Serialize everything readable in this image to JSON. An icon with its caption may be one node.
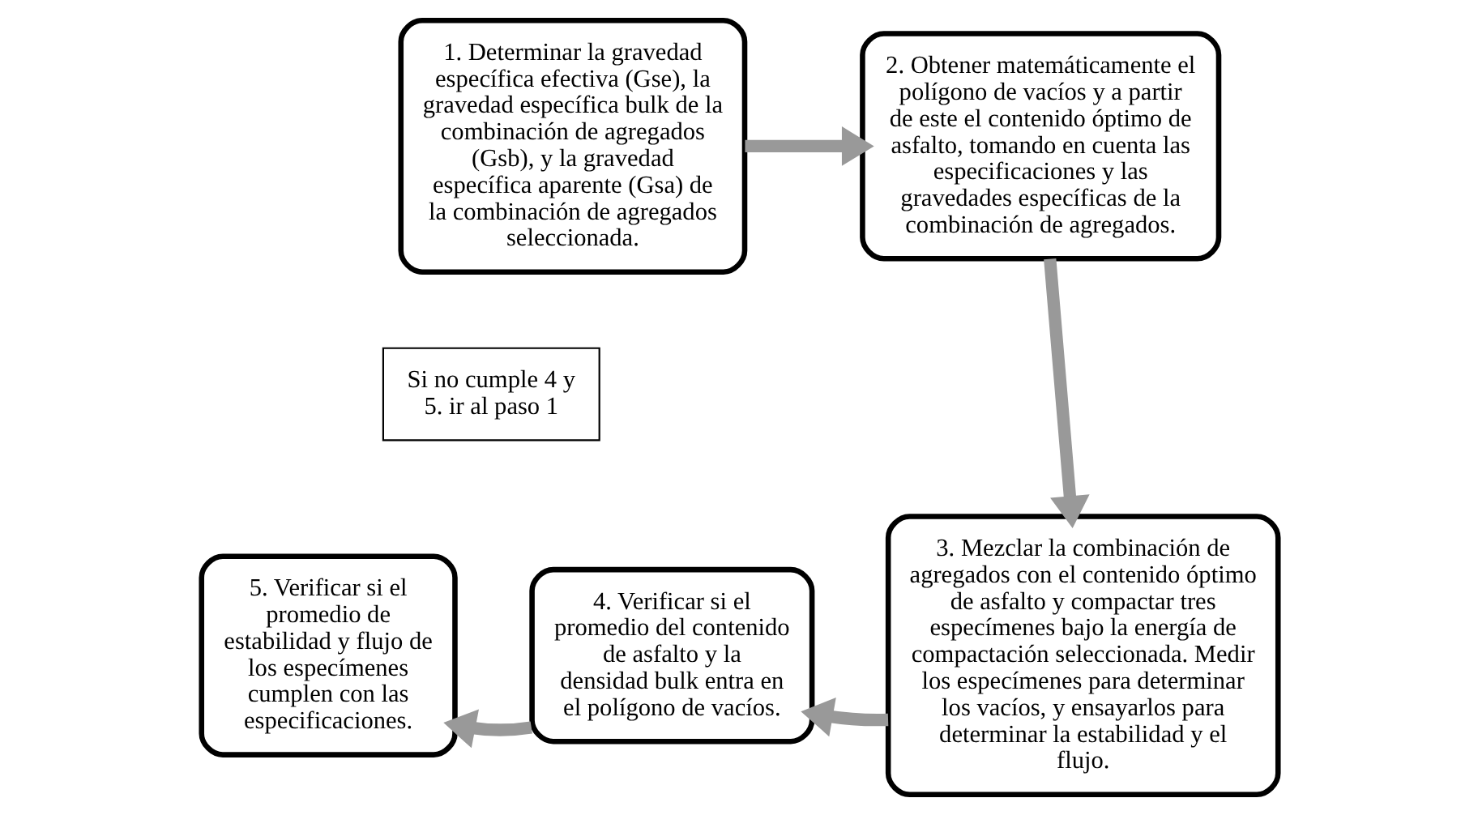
{
  "diagram": {
    "nodes": [
      {
        "text": [
          "1. Determinar la gravedad específica efectiva (Gse), la gravedad específica bulk de la combinación de agregados (Gsb), y la gravedad específica aparente (Gsa) de la combinación de agregados seleccionada."
        ]
      },
      {
        "text": [
          "2. Obtener matemáticamente el polígono de vacíos y a partir de este el contenido óptimo de asfalto, tomando en cuenta las especificaciones y las gravedades específicas de la combinación de agregados."
        ]
      },
      {
        "text": [
          "3. Mezclar la combinación de agregados con el contenido óptimo de asfalto y compactar tres especímenes bajo la energía de compactación seleccionada. Medir los especímenes para determinar los vacíos, y ensayarlos para determinar la estabilidad y el flujo."
        ]
      },
      {
        "text": [
          "4. Verificar si el promedio del contenido de asfalto y la densidad bulk entra en el polígono de vacíos."
        ]
      },
      {
        "text": [
          "5. Verificar si el promedio de estabilidad y flujo de los especímenes cumplen con las especificaciones."
        ]
      },
      {
        "text": [
          "Si no cumple 4 y 5. ir al paso 1"
        ]
      }
    ],
    "edges": [
      {
        "from": 0,
        "to": 1,
        "arrow": "to"
      },
      {
        "from": 1,
        "to": 2,
        "arrow": "to"
      },
      {
        "from": 2,
        "to": 3,
        "arrow": "to"
      },
      {
        "from": 3,
        "to": 4,
        "arrow": "to"
      }
    ]
  }
}
